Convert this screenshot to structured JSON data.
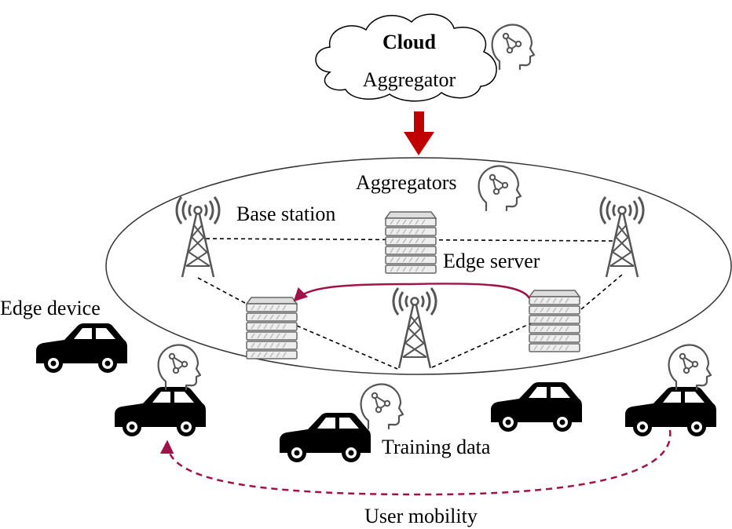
{
  "cloud": {
    "title": "Cloud",
    "subtitle": "Aggregator"
  },
  "labels": {
    "aggregators": "Aggregators",
    "base_station": "Base station",
    "edge_server": "Edge server",
    "edge_device": "Edge device",
    "training_data": "Training data",
    "user_mobility": "User mobility"
  },
  "icons": {
    "cloud": "cloud-icon",
    "model": "ai-head-icon",
    "tower": "cell-tower-icon",
    "server": "server-rack-icon",
    "car": "car-icon"
  },
  "colors": {
    "downlink_arrow": "#c00000",
    "migration_arrow": "#a0134a",
    "mobility_arrow": "#a0134a",
    "stroke": "#000000",
    "icon_gray": "#555555"
  }
}
